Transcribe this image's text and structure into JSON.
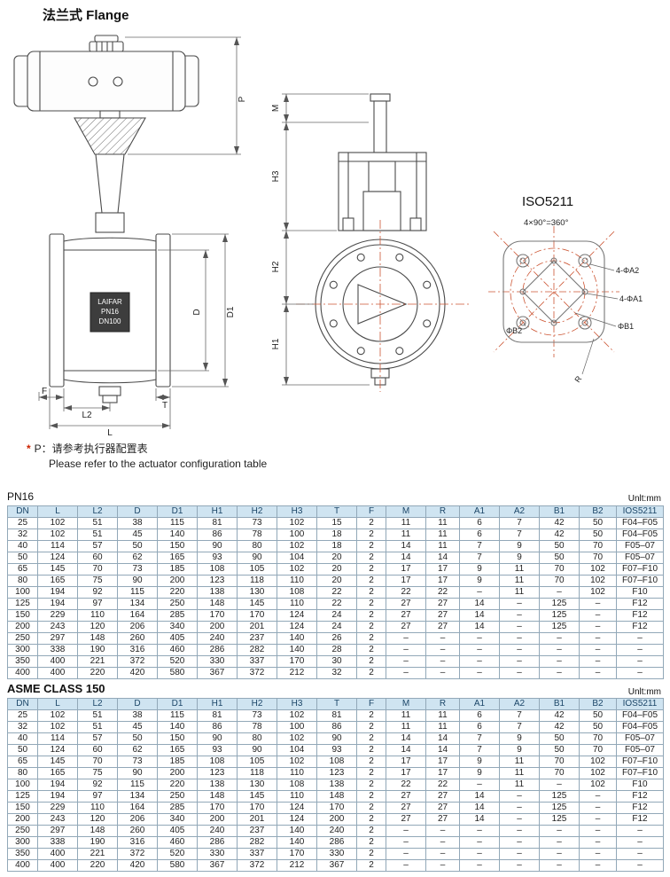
{
  "page": {
    "title": "法兰式 Flange"
  },
  "colors": {
    "table_header_bg": "#cfe4f1",
    "table_header_text": "#1c4668",
    "accent_red": "#cc2200",
    "drawing_centerline": "#cc5533"
  },
  "note": {
    "bullet": "*",
    "zh": "P：请参考执行器配置表",
    "en": "Please refer to the actuator configuration table"
  },
  "drawings": {
    "front": {
      "dim_p": "P",
      "dim_d": "D",
      "dim_d1": "D1",
      "dim_f": "F",
      "dim_l2": "L2",
      "dim_t": "T",
      "dim_l": "L",
      "nameplate_1": "LAIFAR",
      "nameplate_2": "PN16",
      "nameplate_3": "DN100"
    },
    "side": {
      "dim_m": "M",
      "dim_h3": "H3",
      "dim_h2": "H2",
      "dim_h1": "H1"
    },
    "iso": {
      "title": "ISO5211",
      "subtitle": "4×90°=360°",
      "label_a2": "4-ΦA2",
      "label_a1": "4-ΦA1",
      "label_b2": "ΦB2",
      "label_b1": "ΦB1",
      "label_r": "R"
    }
  },
  "tables": [
    {
      "title": "PN16",
      "unit": "Unlt:mm",
      "headers": [
        "DN",
        "L",
        "L2",
        "D",
        "D1",
        "H1",
        "H2",
        "H3",
        "T",
        "F",
        "M",
        "R",
        "A1",
        "A2",
        "B1",
        "B2",
        "IOS5211"
      ],
      "rows": [
        [
          "25",
          "102",
          "51",
          "38",
          "115",
          "81",
          "73",
          "102",
          "15",
          "2",
          "11",
          "11",
          "6",
          "7",
          "42",
          "50",
          "F04–F05"
        ],
        [
          "32",
          "102",
          "51",
          "45",
          "140",
          "86",
          "78",
          "100",
          "18",
          "2",
          "11",
          "11",
          "6",
          "7",
          "42",
          "50",
          "F04–F05"
        ],
        [
          "40",
          "114",
          "57",
          "50",
          "150",
          "90",
          "80",
          "102",
          "18",
          "2",
          "14",
          "11",
          "7",
          "9",
          "50",
          "70",
          "F05–07"
        ],
        [
          "50",
          "124",
          "60",
          "62",
          "165",
          "93",
          "90",
          "104",
          "20",
          "2",
          "14",
          "14",
          "7",
          "9",
          "50",
          "70",
          "F05–07"
        ],
        [
          "65",
          "145",
          "70",
          "73",
          "185",
          "108",
          "105",
          "102",
          "20",
          "2",
          "17",
          "17",
          "9",
          "11",
          "70",
          "102",
          "F07–F10"
        ],
        [
          "80",
          "165",
          "75",
          "90",
          "200",
          "123",
          "118",
          "110",
          "20",
          "2",
          "17",
          "17",
          "9",
          "11",
          "70",
          "102",
          "F07–F10"
        ],
        [
          "100",
          "194",
          "92",
          "115",
          "220",
          "138",
          "130",
          "108",
          "22",
          "2",
          "22",
          "22",
          "–",
          "11",
          "–",
          "102",
          "F10"
        ],
        [
          "125",
          "194",
          "97",
          "134",
          "250",
          "148",
          "145",
          "110",
          "22",
          "2",
          "27",
          "27",
          "14",
          "–",
          "125",
          "–",
          "F12"
        ],
        [
          "150",
          "229",
          "110",
          "164",
          "285",
          "170",
          "170",
          "124",
          "24",
          "2",
          "27",
          "27",
          "14",
          "–",
          "125",
          "–",
          "F12"
        ],
        [
          "200",
          "243",
          "120",
          "206",
          "340",
          "200",
          "201",
          "124",
          "24",
          "2",
          "27",
          "27",
          "14",
          "–",
          "125",
          "–",
          "F12"
        ],
        [
          "250",
          "297",
          "148",
          "260",
          "405",
          "240",
          "237",
          "140",
          "26",
          "2",
          "–",
          "–",
          "–",
          "–",
          "–",
          "–",
          "–"
        ],
        [
          "300",
          "338",
          "190",
          "316",
          "460",
          "286",
          "282",
          "140",
          "28",
          "2",
          "–",
          "–",
          "–",
          "–",
          "–",
          "–",
          "–"
        ],
        [
          "350",
          "400",
          "221",
          "372",
          "520",
          "330",
          "337",
          "170",
          "30",
          "2",
          "–",
          "–",
          "–",
          "–",
          "–",
          "–",
          "–"
        ],
        [
          "400",
          "400",
          "220",
          "420",
          "580",
          "367",
          "372",
          "212",
          "32",
          "2",
          "–",
          "–",
          "–",
          "–",
          "–",
          "–",
          "–"
        ]
      ]
    },
    {
      "title": "ASME CLASS 150",
      "unit": "Unlt:mm",
      "headers": [
        "DN",
        "L",
        "L2",
        "D",
        "D1",
        "H1",
        "H2",
        "H3",
        "T",
        "F",
        "M",
        "R",
        "A1",
        "A2",
        "B1",
        "B2",
        "IOS5211"
      ],
      "rows": [
        [
          "25",
          "102",
          "51",
          "38",
          "115",
          "81",
          "73",
          "102",
          "81",
          "2",
          "11",
          "11",
          "6",
          "7",
          "42",
          "50",
          "F04–F05"
        ],
        [
          "32",
          "102",
          "51",
          "45",
          "140",
          "86",
          "78",
          "100",
          "86",
          "2",
          "11",
          "11",
          "6",
          "7",
          "42",
          "50",
          "F04–F05"
        ],
        [
          "40",
          "114",
          "57",
          "50",
          "150",
          "90",
          "80",
          "102",
          "90",
          "2",
          "14",
          "14",
          "7",
          "9",
          "50",
          "70",
          "F05–07"
        ],
        [
          "50",
          "124",
          "60",
          "62",
          "165",
          "93",
          "90",
          "104",
          "93",
          "2",
          "14",
          "14",
          "7",
          "9",
          "50",
          "70",
          "F05–07"
        ],
        [
          "65",
          "145",
          "70",
          "73",
          "185",
          "108",
          "105",
          "102",
          "108",
          "2",
          "17",
          "17",
          "9",
          "11",
          "70",
          "102",
          "F07–F10"
        ],
        [
          "80",
          "165",
          "75",
          "90",
          "200",
          "123",
          "118",
          "110",
          "123",
          "2",
          "17",
          "17",
          "9",
          "11",
          "70",
          "102",
          "F07–F10"
        ],
        [
          "100",
          "194",
          "92",
          "115",
          "220",
          "138",
          "130",
          "108",
          "138",
          "2",
          "22",
          "22",
          "–",
          "11",
          "–",
          "102",
          "F10"
        ],
        [
          "125",
          "194",
          "97",
          "134",
          "250",
          "148",
          "145",
          "110",
          "148",
          "2",
          "27",
          "27",
          "14",
          "–",
          "125",
          "–",
          "F12"
        ],
        [
          "150",
          "229",
          "110",
          "164",
          "285",
          "170",
          "170",
          "124",
          "170",
          "2",
          "27",
          "27",
          "14",
          "–",
          "125",
          "–",
          "F12"
        ],
        [
          "200",
          "243",
          "120",
          "206",
          "340",
          "200",
          "201",
          "124",
          "200",
          "2",
          "27",
          "27",
          "14",
          "–",
          "125",
          "–",
          "F12"
        ],
        [
          "250",
          "297",
          "148",
          "260",
          "405",
          "240",
          "237",
          "140",
          "240",
          "2",
          "–",
          "–",
          "–",
          "–",
          "–",
          "–",
          "–"
        ],
        [
          "300",
          "338",
          "190",
          "316",
          "460",
          "286",
          "282",
          "140",
          "286",
          "2",
          "–",
          "–",
          "–",
          "–",
          "–",
          "–",
          "–"
        ],
        [
          "350",
          "400",
          "221",
          "372",
          "520",
          "330",
          "337",
          "170",
          "330",
          "2",
          "–",
          "–",
          "–",
          "–",
          "–",
          "–",
          "–"
        ],
        [
          "400",
          "400",
          "220",
          "420",
          "580",
          "367",
          "372",
          "212",
          "367",
          "2",
          "–",
          "–",
          "–",
          "–",
          "–",
          "–",
          "–"
        ]
      ]
    }
  ]
}
